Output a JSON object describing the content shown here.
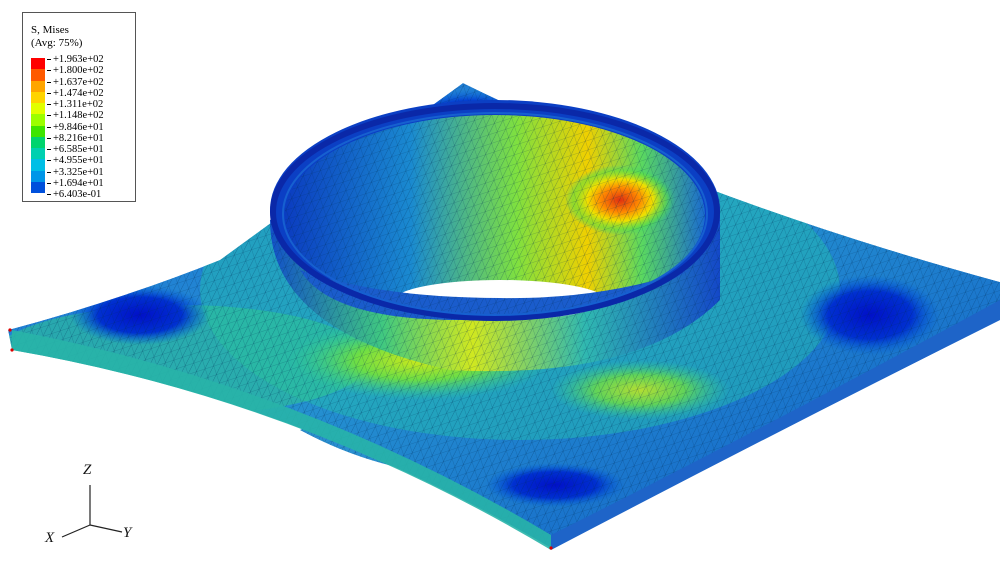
{
  "legend": {
    "title": "S, Mises",
    "subtitle": "(Avg: 75%)",
    "labels": [
      "+1.963e+02",
      "+1.800e+02",
      "+1.637e+02",
      "+1.474e+02",
      "+1.311e+02",
      "+1.148e+02",
      "+9.846e+01",
      "+8.216e+01",
      "+6.585e+01",
      "+4.955e+01",
      "+3.325e+01",
      "+1.694e+01",
      "+6.403e-01"
    ],
    "colors": [
      "#ff0000",
      "#ff5a00",
      "#ffa500",
      "#ffd400",
      "#e2ff00",
      "#9cff00",
      "#3ee500",
      "#00d46e",
      "#00d0b0",
      "#00bfe6",
      "#0096e8",
      "#0050dc",
      "#0000c8"
    ]
  },
  "triad": {
    "z": "Z",
    "x": "X",
    "y": "Y"
  }
}
